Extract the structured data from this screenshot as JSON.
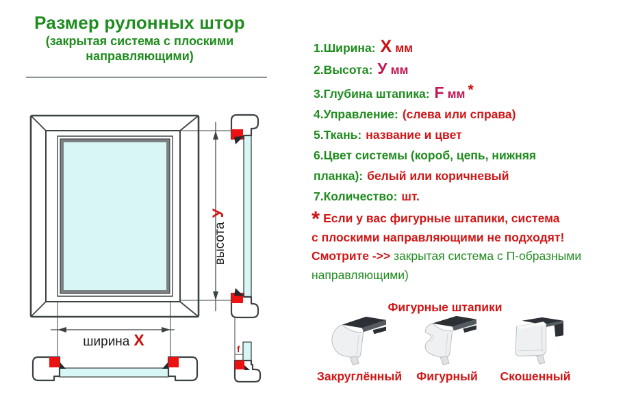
{
  "header": {
    "title": "Размер рулонных штор",
    "subtitle_line1": "(закрытая система с плоскими",
    "subtitle_line2": "направляющими)"
  },
  "diagram": {
    "height_label": "высота",
    "height_value": "У",
    "width_label": "ширина",
    "width_value": "Х",
    "bead_depth_value": "f"
  },
  "specs": [
    {
      "label": "1.Ширина:",
      "value": "Х",
      "unit": "мм"
    },
    {
      "label": "2.Высота:",
      "value": "У",
      "unit": "мм"
    },
    {
      "label": "3.Глубина штапика:",
      "value": "F",
      "unit": "мм",
      "footnote": "*"
    },
    {
      "label": "4.Управление:",
      "value": "(слева или справа)"
    },
    {
      "label": "5.Ткань:",
      "value": "название и цвет"
    },
    {
      "label_line1": "6.Цвет системы (короб, цепь, нижняя",
      "label_line2": "планка):",
      "value": "белый или коричневый"
    },
    {
      "label": "7.Количество:",
      "value": "шт."
    }
  ],
  "note": {
    "star": "*",
    "line1": "Если у вас фигурные штапики, система",
    "line2": "с плоскими направляющими  не подходят!",
    "see_label": "Смотрите ->>",
    "see_text": "закрытая система с П-образными направляющими)"
  },
  "beads": {
    "heading": "Фигурные штапики",
    "items": [
      {
        "label": "Закруглённый"
      },
      {
        "label": "Фигурный"
      },
      {
        "label": "Скошенный"
      }
    ]
  },
  "colors": {
    "green_text": "#1f8c1f",
    "red_text": "#d11616",
    "bright_red_value": "#cc0f0f",
    "crimson_value": "#c2164f",
    "bead_marker_red": "#ee1111",
    "glass_cyan": "#d8f6f4",
    "outline": "#3d4245"
  }
}
